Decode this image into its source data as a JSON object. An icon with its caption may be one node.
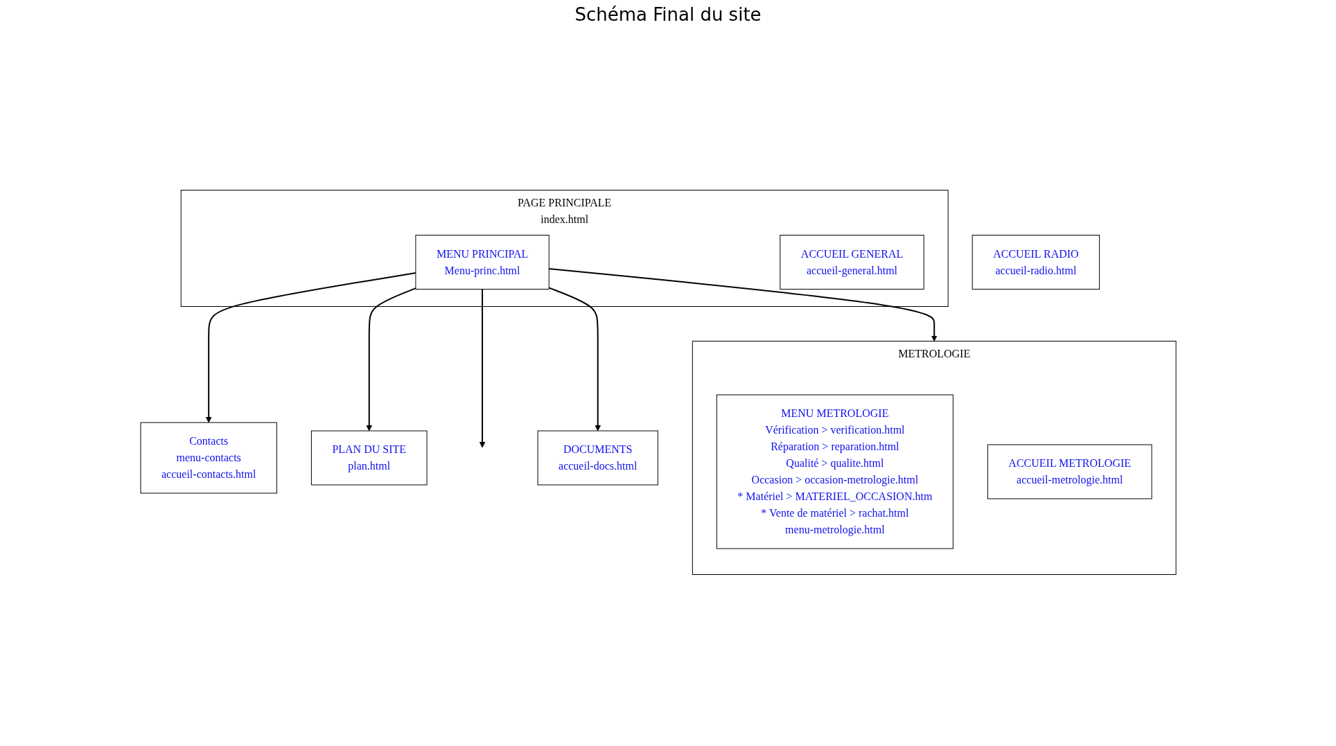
{
  "diagram": {
    "title": "Schéma Final du site",
    "nodes": [
      {
        "text": [
          "Contacts",
          "menu-contacts",
          "accueil-contacts.html"
        ]
      },
      {
        "text": [
          "PAGE PRINCIPALE",
          "index.html"
        ]
      },
      {
        "text": [
          "MENU PRINCIPAL",
          "Menu-princ.html"
        ],
        "in": 1
      },
      {
        "text": [
          "PLAN DU SITE",
          "plan.html"
        ]
      },
      {
        "text": [
          "ACCUEIL GENERAL",
          "accueil-general.html"
        ],
        "in": 1
      },
      {
        "text": [
          "DOCUMENTS",
          "accueil-docs.html"
        ]
      },
      {
        "text": [
          "METROLOGIE"
        ]
      },
      {
        "text": [
          "MENU METROLOGIE",
          "Vérification > verification.html",
          "Réparation > reparation.html",
          "Qualité > qualite.html",
          "Occasion > occasion-metrologie.html",
          "* Matériel > MATERIEL_OCCASION.htm",
          "* Vente de matériel > rachat.html",
          "menu-metrologie.html"
        ],
        "in": 6
      },
      {
        "text": [
          "ACCUEIL METROLOGIE",
          "accueil-metrologie.html"
        ],
        "in": 6
      },
      {
        "text": [
          "ACCUEIL RADIO",
          "accueil-radio.html"
        ]
      }
    ],
    "edges": [
      {
        "from": 2,
        "to": 0,
        "arrow": "to"
      },
      {
        "from": 2,
        "to": 3,
        "arrow": "to"
      },
      {
        "from": 2,
        "to": null,
        "arrow": "to"
      },
      {
        "from": 2,
        "to": 5,
        "arrow": "to"
      },
      {
        "from": 2,
        "to": 6,
        "arrow": "to"
      }
    ]
  }
}
